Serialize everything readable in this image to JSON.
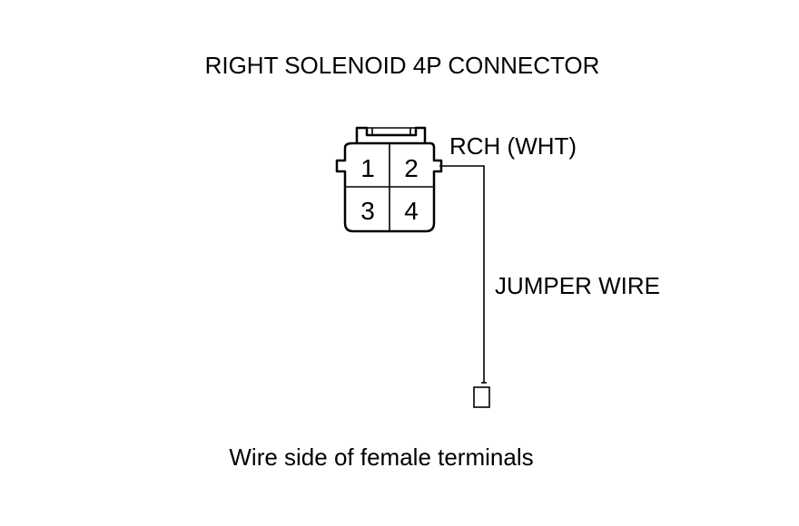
{
  "title": "RIGHT SOLENOID 4P CONNECTOR",
  "connector": {
    "pins": [
      "1",
      "2",
      "3",
      "4"
    ]
  },
  "wire_label": "RCH (WHT)",
  "jumper_label": "JUMPER WIRE",
  "caption": "Wire side of female terminals",
  "colors": {
    "line": "#000000",
    "background": "#ffffff"
  }
}
